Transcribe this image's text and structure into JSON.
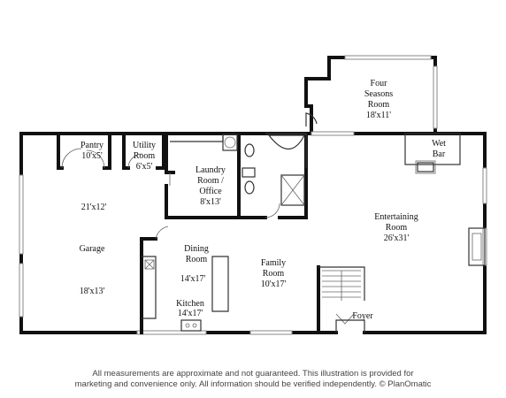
{
  "rooms": {
    "four_seasons": {
      "name_1": "Four",
      "name_2": "Seasons",
      "name_3": "Room",
      "dim": "18'x11'"
    },
    "pantry": {
      "name": "Pantry",
      "dim": "10'x5'"
    },
    "utility": {
      "name_1": "Utility",
      "name_2": "Room",
      "dim": "6'x5'"
    },
    "laundry": {
      "name_1": "Laundry",
      "name_2": "Room /",
      "name_3": "Office",
      "dim": "8'x13'"
    },
    "wet_bar": {
      "name_1": "Wet",
      "name_2": "Bar"
    },
    "garage": {
      "dim_top": "21'x12'",
      "name": "Garage",
      "dim_bottom": "18'x13'"
    },
    "entertaining": {
      "name_1": "Entertaining",
      "name_2": "Room",
      "dim": "26'x31'"
    },
    "dining": {
      "name_1": "Dining",
      "name_2": "Room",
      "dim": "14'x17'"
    },
    "family": {
      "name_1": "Family",
      "name_2": "Room",
      "dim": "10'x17'"
    },
    "kitchen": {
      "name": "Kitchen",
      "dim": "14'x17'"
    },
    "foyer": {
      "name": "Foyer"
    }
  },
  "disclaimer": {
    "line_1": "All measurements are approximate and not guaranteed. This illustration is provided for",
    "line_2": "marketing and convenience only. All information should be verified independently. © PlanOmatic"
  }
}
